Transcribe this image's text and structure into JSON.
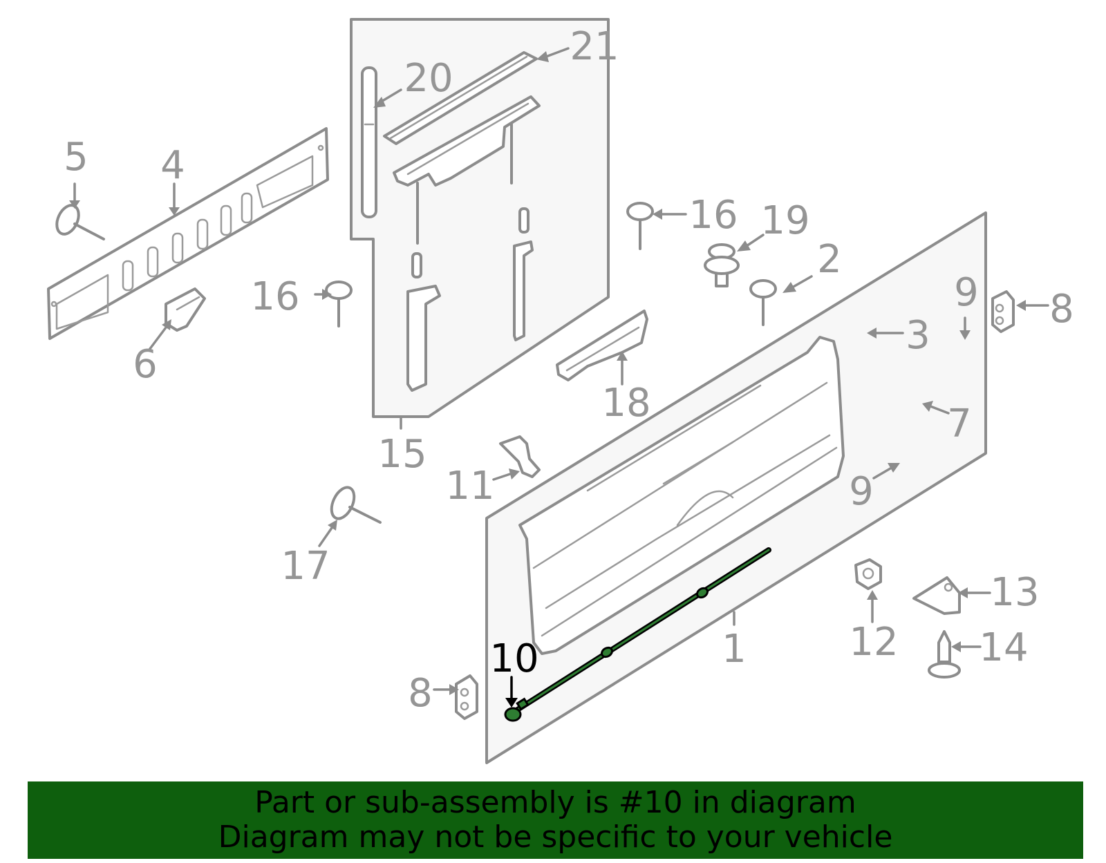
{
  "diagram": {
    "highlight_color": "#2e7d32",
    "line_color": "#8c8c8c",
    "callouts": [
      {
        "id": "c1",
        "label": "1"
      },
      {
        "id": "c2",
        "label": "2"
      },
      {
        "id": "c3",
        "label": "3"
      },
      {
        "id": "c4",
        "label": "4"
      },
      {
        "id": "c5",
        "label": "5"
      },
      {
        "id": "c6",
        "label": "6"
      },
      {
        "id": "c7",
        "label": "7"
      },
      {
        "id": "c8a",
        "label": "8"
      },
      {
        "id": "c8b",
        "label": "8"
      },
      {
        "id": "c9a",
        "label": "9"
      },
      {
        "id": "c9b",
        "label": "9"
      },
      {
        "id": "c10",
        "label": "10",
        "highlighted": true
      },
      {
        "id": "c11",
        "label": "11"
      },
      {
        "id": "c12",
        "label": "12"
      },
      {
        "id": "c13",
        "label": "13"
      },
      {
        "id": "c14",
        "label": "14"
      },
      {
        "id": "c15",
        "label": "15"
      },
      {
        "id": "c16a",
        "label": "16"
      },
      {
        "id": "c16b",
        "label": "16"
      },
      {
        "id": "c17",
        "label": "17"
      },
      {
        "id": "c18",
        "label": "18"
      },
      {
        "id": "c19",
        "label": "19"
      },
      {
        "id": "c20",
        "label": "20"
      },
      {
        "id": "c21",
        "label": "21"
      }
    ]
  },
  "banner": {
    "background": "#0e5f0d",
    "line1": "Part or sub-assembly is #10 in diagram",
    "line2": "Diagram may not be specific to your vehicle"
  }
}
